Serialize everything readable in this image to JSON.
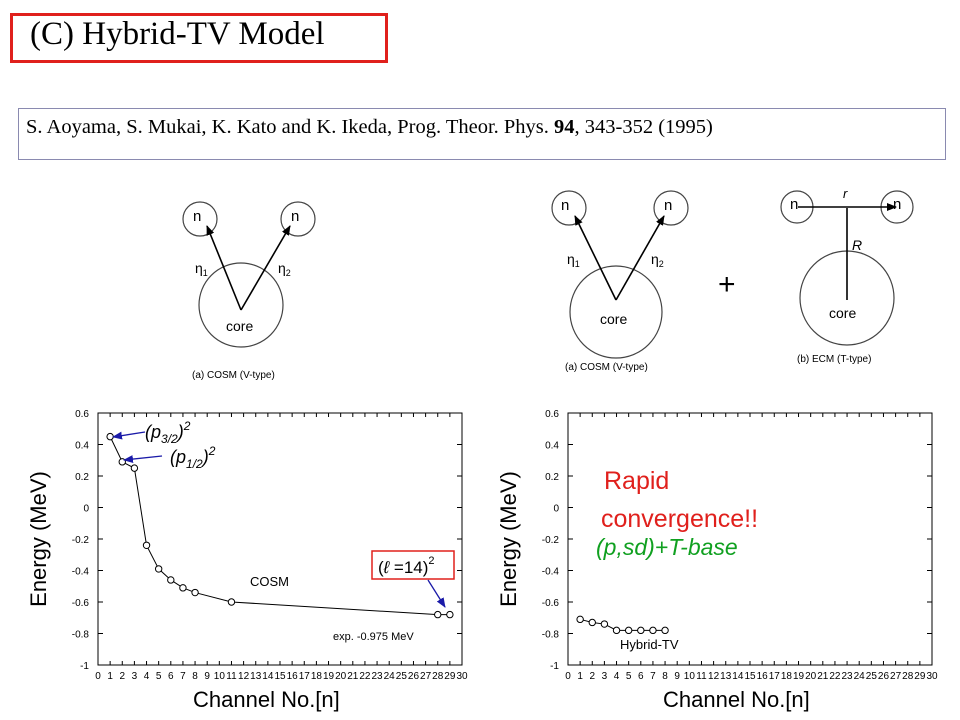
{
  "title": "(C)  Hybrid-TV  Model",
  "reference": {
    "prefix": "S. Aoyama, S. Mukai, K. Kato and K. Ikeda,  Prog. Theor. Phys. ",
    "volume": "94",
    "suffix": ", 343-352 (1995)"
  },
  "diagrams": {
    "left": {
      "n1": "n",
      "n2": "n",
      "eta1": "η",
      "eta1_sub": "1",
      "eta2": "η",
      "eta2_sub": "2",
      "core": "core",
      "caption": "(a) COSM (V-type)"
    },
    "right_a": {
      "n1": "n",
      "n2": "n",
      "eta1": "η",
      "eta1_sub": "1",
      "eta2": "η",
      "eta2_sub": "2",
      "core": "core",
      "caption": "(a) COSM (V-type)"
    },
    "plus": "+",
    "right_b": {
      "n1": "n",
      "n2": "n",
      "r": "r",
      "R": "R",
      "core": "core",
      "caption": "(b) ECM (T-type)"
    }
  },
  "annotations": {
    "p32_base": "(p",
    "p32_sub": "3/2",
    "p32_close": ")",
    "p32_sup": "2",
    "p12_base": "(p",
    "p12_sub": "1/2",
    "p12_close": ")",
    "p12_sup": "2",
    "l14_lhs": "(",
    "l14_ell": "ℓ",
    "l14_eq": " =14)",
    "l14_sup": "2",
    "rapid_line1": "Rapid",
    "rapid_line2": "convergence!!",
    "basis": "(p,sd)+T-base"
  },
  "colors": {
    "title_border": "#e0201c",
    "accent_red": "#e0201c",
    "arrow_blue": "#1a1aa8",
    "basis_green": "#10a020",
    "ref_border": "#8a8ab0"
  },
  "chart_data": [
    {
      "type": "line",
      "ylabel": "Energy (MeV)",
      "xlabel": "Channel No.[n]",
      "xlim": [
        0,
        30
      ],
      "ylim": [
        -1,
        0.6
      ],
      "xticks": [
        0,
        1,
        2,
        3,
        4,
        5,
        6,
        7,
        8,
        9,
        10,
        11,
        12,
        13,
        14,
        15,
        16,
        17,
        18,
        19,
        20,
        21,
        22,
        23,
        24,
        25,
        26,
        27,
        28,
        29,
        30
      ],
      "yticks": [
        0.6,
        0.4,
        0.2,
        0,
        -0.2,
        -0.4,
        -0.6,
        -0.8,
        -1
      ],
      "ytick_labels": [
        "0.6",
        "0.4",
        "0.2",
        "0",
        "-0.2",
        "-0.4",
        "-0.6",
        "-0.8",
        "-1"
      ],
      "grid": false,
      "series": [
        {
          "name": "COSM",
          "x": [
            1,
            2,
            3,
            4,
            5,
            6,
            7,
            8,
            11,
            28,
            29
          ],
          "y": [
            0.45,
            0.29,
            0.25,
            -0.24,
            -0.39,
            -0.46,
            -0.51,
            -0.54,
            -0.6,
            -0.68,
            -0.68
          ]
        }
      ],
      "annotations": {
        "series_label": "COSM",
        "exp": "exp. -0.975 MeV"
      }
    },
    {
      "type": "line",
      "ylabel": "Energy (MeV)",
      "xlabel": "Channel No.[n]",
      "xlim": [
        0,
        30
      ],
      "ylim": [
        -1,
        0.6
      ],
      "xticks": [
        0,
        1,
        2,
        3,
        4,
        5,
        6,
        7,
        8,
        9,
        10,
        11,
        12,
        13,
        14,
        15,
        16,
        17,
        18,
        19,
        20,
        21,
        22,
        23,
        24,
        25,
        26,
        27,
        28,
        29,
        30
      ],
      "yticks": [
        0.6,
        0.4,
        0.2,
        0,
        -0.2,
        -0.4,
        -0.6,
        -0.8,
        -1
      ],
      "ytick_labels": [
        "0.6",
        "0.4",
        "0.2",
        "0",
        "-0.2",
        "-0.4",
        "-0.6",
        "-0.8",
        "-1"
      ],
      "grid": false,
      "series": [
        {
          "name": "Hybrid-TV",
          "x": [
            1,
            2,
            3,
            4,
            5,
            6,
            7,
            8
          ],
          "y": [
            -0.71,
            -0.73,
            -0.74,
            -0.78,
            -0.78,
            -0.78,
            -0.78,
            -0.78
          ]
        }
      ],
      "annotations": {
        "series_label": "Hybrid-TV"
      }
    }
  ]
}
